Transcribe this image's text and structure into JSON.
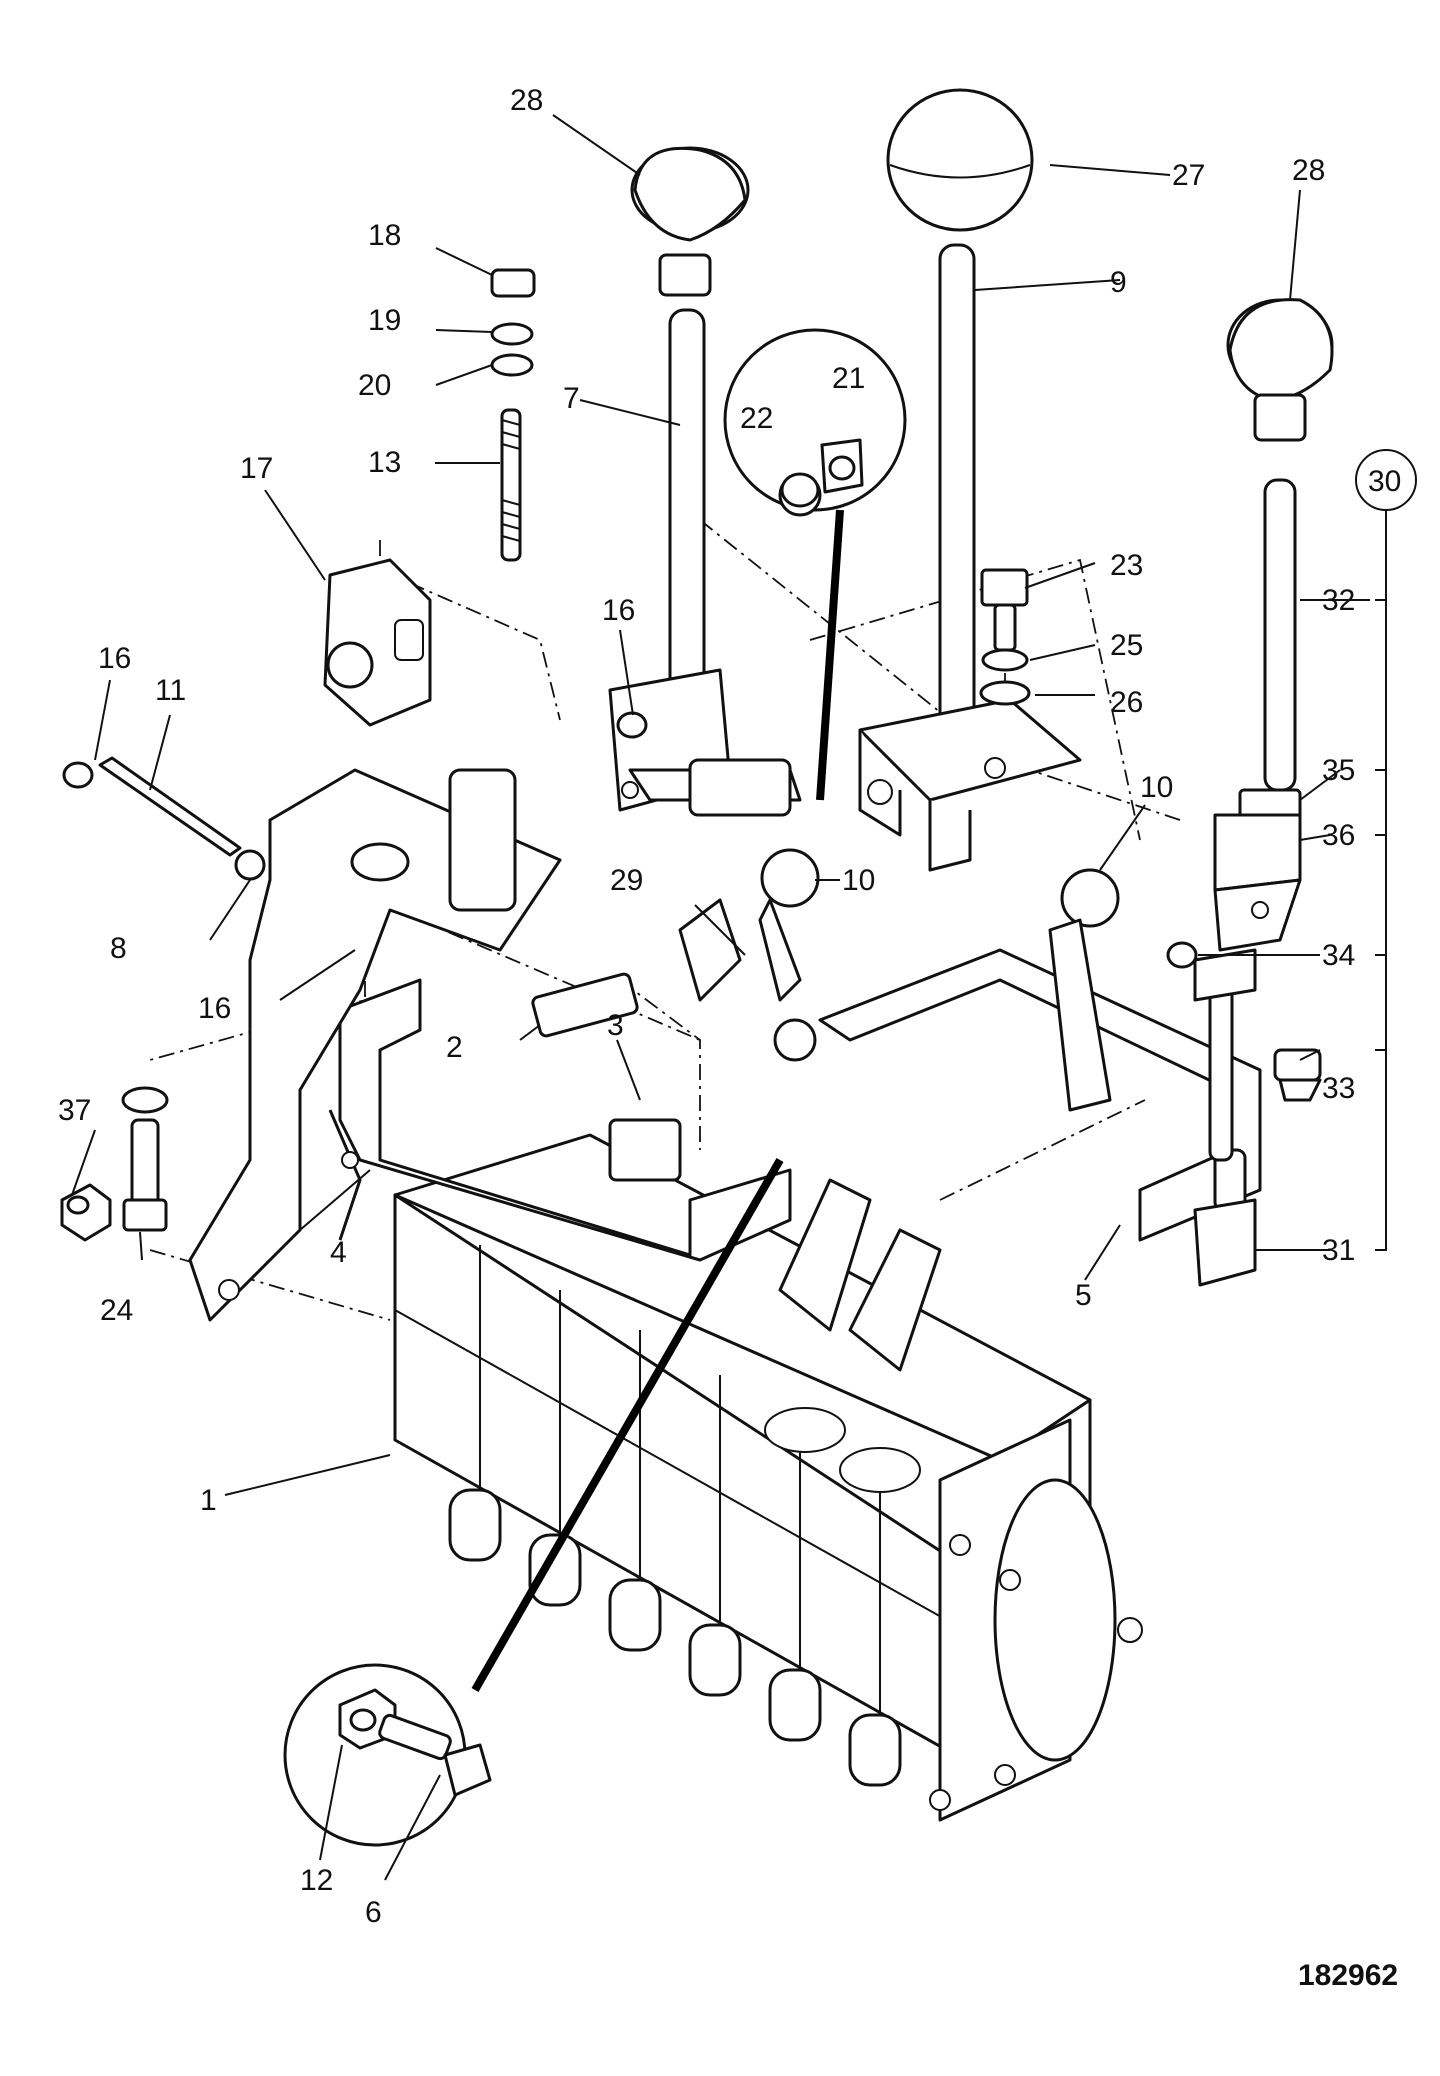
{
  "drawing": {
    "reference_number": "182962"
  },
  "callouts": {
    "c1": "1",
    "c2": "2",
    "c3": "3",
    "c4": "4",
    "c5": "5",
    "c6": "6",
    "c7": "7",
    "c8": "8",
    "c9": "9",
    "c10a": "10",
    "c10b": "10",
    "c11": "11",
    "c12": "12",
    "c13": "13",
    "c16a": "16",
    "c16b": "16",
    "c16c": "16",
    "c17": "17",
    "c18": "18",
    "c19": "19",
    "c20": "20",
    "c21": "21",
    "c22": "22",
    "c23": "23",
    "c24": "24",
    "c25": "25",
    "c26": "26",
    "c27": "27",
    "c28a": "28",
    "c28b": "28",
    "c29": "29",
    "c30": "30",
    "c31": "31",
    "c32": "32",
    "c33": "33",
    "c34": "34",
    "c35": "35",
    "c36": "36",
    "c37": "37"
  }
}
